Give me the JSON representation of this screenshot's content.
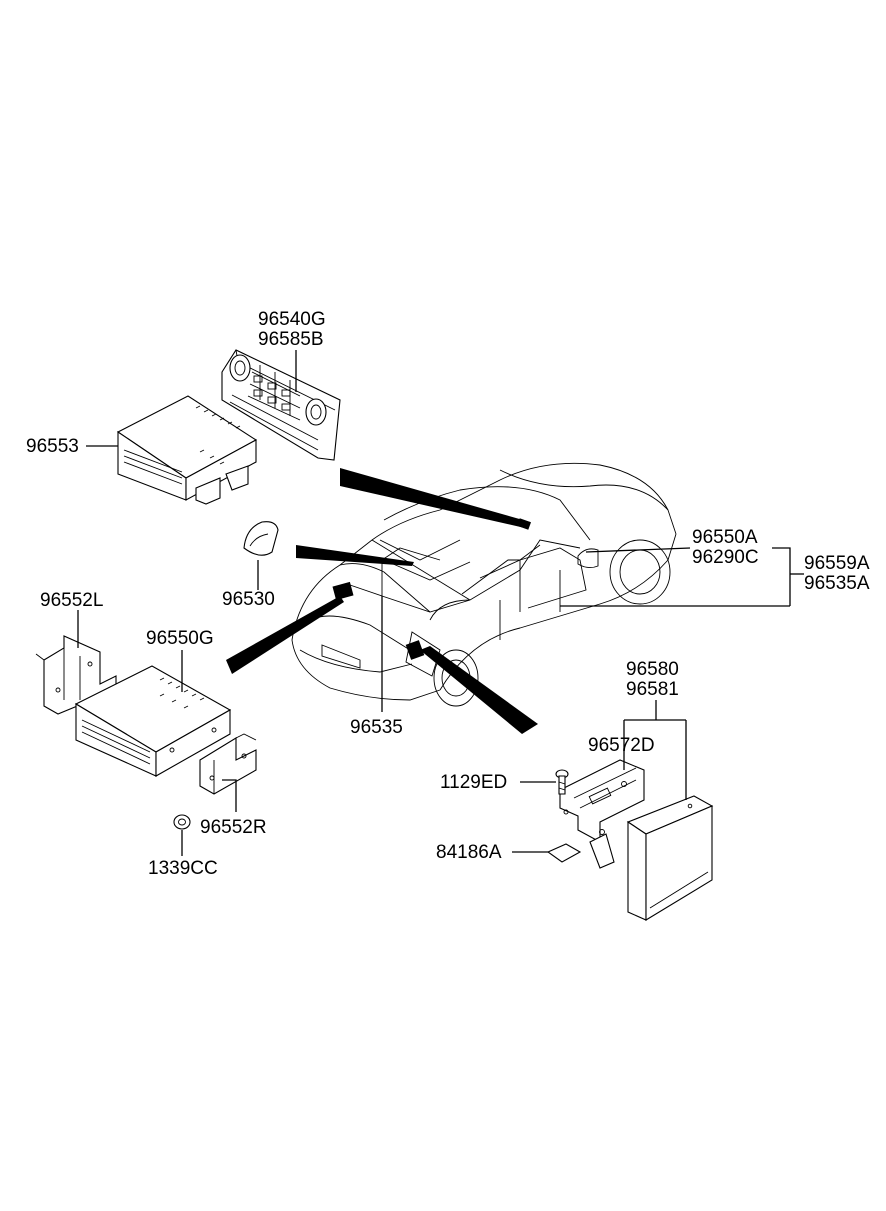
{
  "labels": {
    "p96540G": "96540G",
    "p96585B": "96585B",
    "p96553": "96553",
    "p96530": "96530",
    "p96552L": "96552L",
    "p96550G": "96550G",
    "p96552R": "96552R",
    "p1339CC": "1339CC",
    "p96535": "96535",
    "p96550A": "96550A",
    "p96290C": "96290C",
    "p96559A": "96559A",
    "p96535A": "96535A",
    "p96580": "96580",
    "p96581": "96581",
    "p96572D": "96572D",
    "p1129ED": "1129ED",
    "p84186A": "84186A"
  }
}
